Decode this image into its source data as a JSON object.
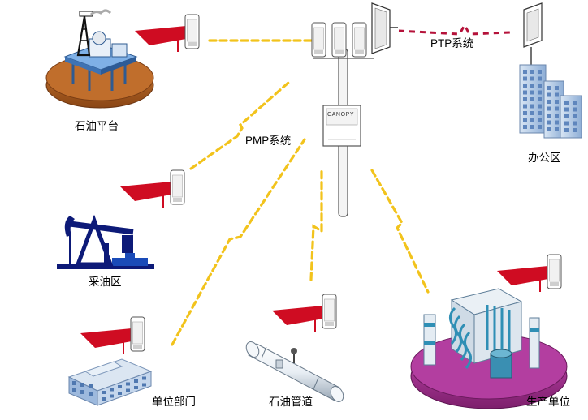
{
  "labels": {
    "oil_platform": "石油平台",
    "office_area": "办公区",
    "oil_field": "采油区",
    "unit_dept": "单位部门",
    "pipeline": "石油管道",
    "production_unit": "生产单位",
    "ptp_system": "PTP系统",
    "pmp_system": "PMP系统",
    "box_brand": "CANOPY"
  },
  "colors": {
    "pmp_link": "#f2c31c",
    "ptp_link": "#b5123a",
    "signal_cone": "#cf0c22",
    "platform_base": "#a4561f",
    "production_base": "#a02a8e",
    "building_blue": "#8fb3dc",
    "pump_jack": "#0d1a78"
  }
}
